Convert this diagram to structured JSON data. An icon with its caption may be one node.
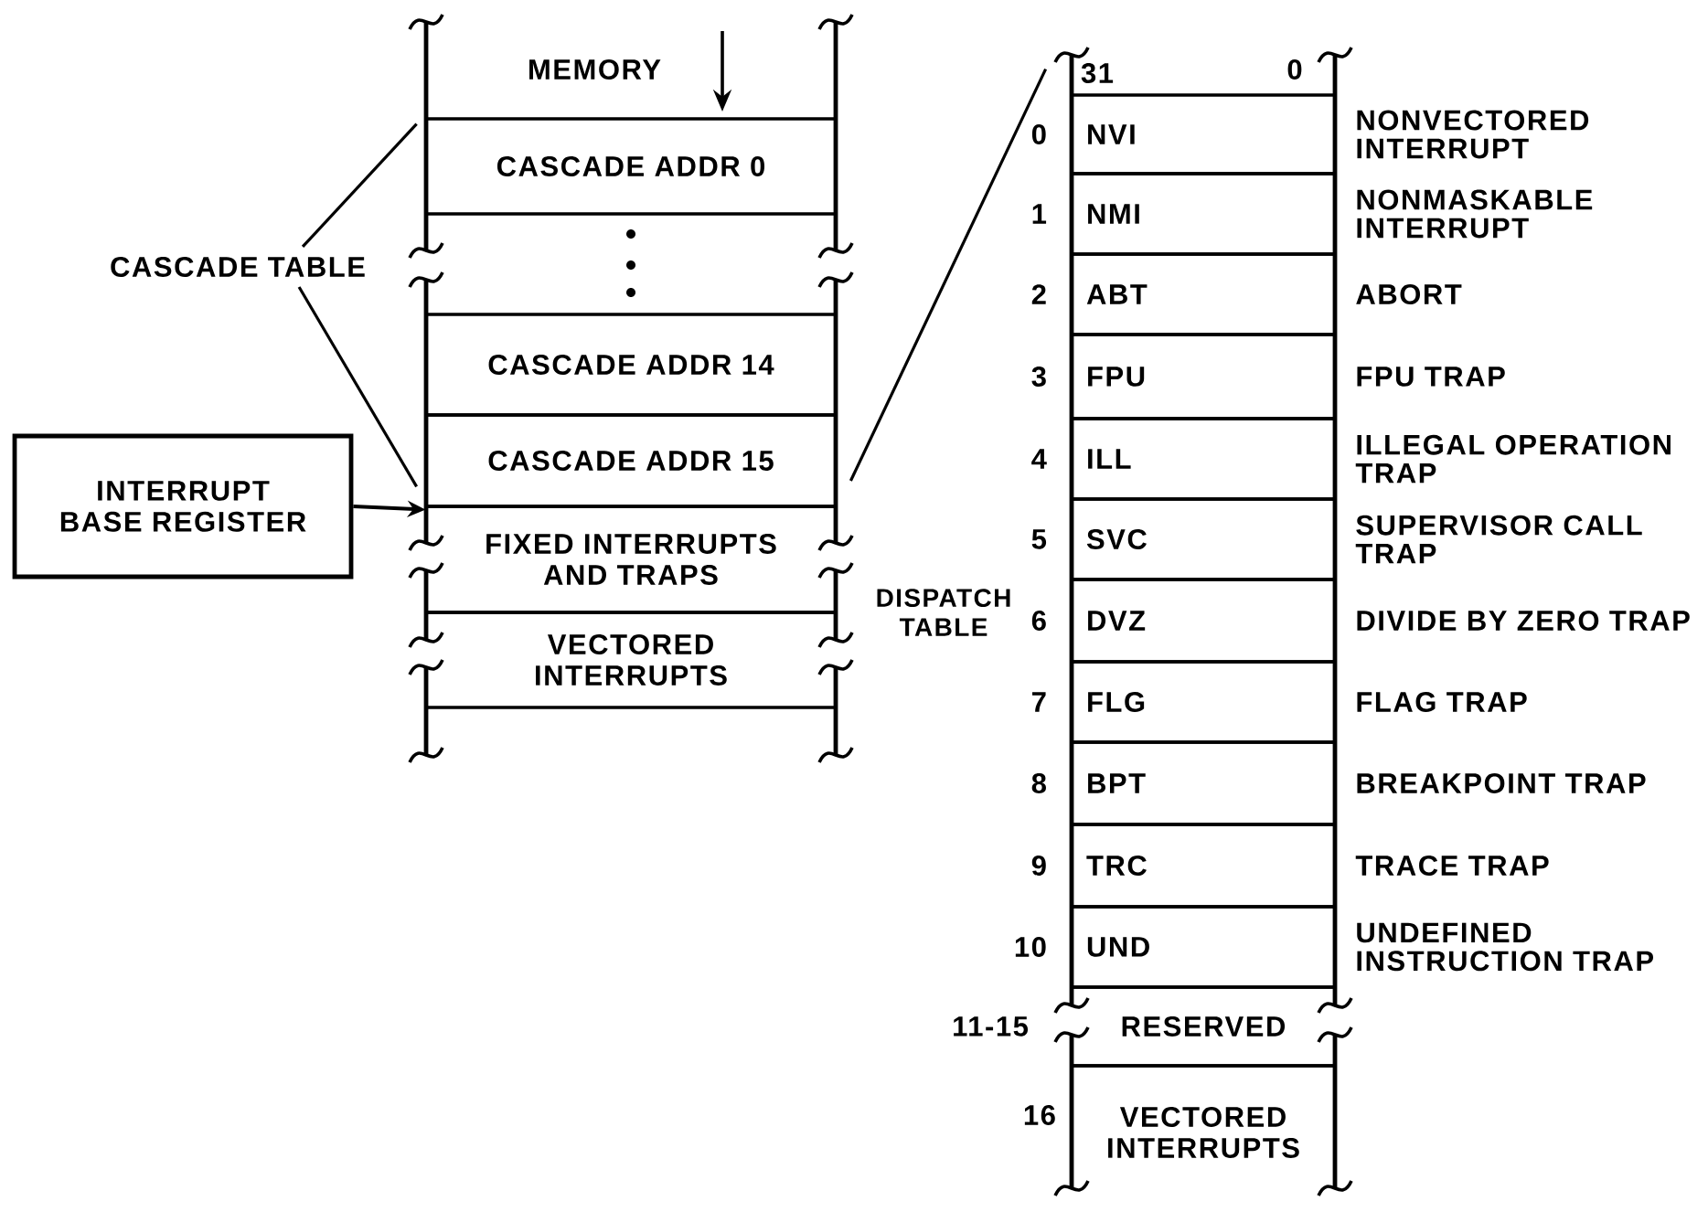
{
  "diagram": {
    "nodes": [
      {
        "text": [
          "INTERRUPT BASE REGISTER"
        ]
      },
      {
        "text": [
          "CASCADE ADDR 0"
        ]
      },
      {
        "text": [
          "CASCADE ADDR 14"
        ]
      },
      {
        "text": [
          "CASCADE ADDR 15"
        ]
      },
      {
        "text": [
          "FIXED INTERRUPTS AND TRAPS"
        ]
      },
      {
        "text": [
          "VECTORED INTERRUPTS"
        ]
      },
      {
        "text": [
          "CASCADE TABLE"
        ]
      },
      {
        "text": [
          "DISPATCH TABLE"
        ]
      },
      {
        "text": [
          "NVI"
        ],
        "in": 7,
        "beside": [
          "0",
          "NONVECTORED INTERRUPT"
        ]
      },
      {
        "text": [
          "NMI"
        ],
        "in": 7,
        "beside": [
          "1",
          "NONMASKABLE INTERRUPT"
        ]
      },
      {
        "text": [
          "ABT"
        ],
        "in": 7,
        "beside": [
          "2",
          "ABORT"
        ]
      },
      {
        "text": [
          "FPU"
        ],
        "in": 7,
        "beside": [
          "3",
          "FPU TRAP"
        ]
      },
      {
        "text": [
          "ILL"
        ],
        "in": 7,
        "beside": [
          "4",
          "ILLEGAL OPERATION TRAP"
        ]
      },
      {
        "text": [
          "SVC"
        ],
        "in": 7,
        "beside": [
          "5",
          "SUPERVISOR CALL TRAP"
        ]
      },
      {
        "text": [
          "DVZ"
        ],
        "in": 7,
        "beside": [
          "6",
          "DIVIDE BY ZERO TRAP"
        ]
      },
      {
        "text": [
          "FLG"
        ],
        "in": 7,
        "beside": [
          "7",
          "FLAG TRAP"
        ]
      },
      {
        "text": [
          "BPT"
        ],
        "in": 7,
        "beside": [
          "8",
          "BREAKPOINT TRAP"
        ]
      },
      {
        "text": [
          "TRC"
        ],
        "in": 7,
        "beside": [
          "9",
          "TRACE TRAP"
        ]
      },
      {
        "text": [
          "UND"
        ],
        "in": 7,
        "beside": [
          "10",
          "UNDEFINED INSTRUCTION TRAP"
        ]
      },
      {
        "text": [
          "RESERVED"
        ],
        "in": 7,
        "beside": [
          "11-15"
        ]
      },
      {
        "text": [
          "VECTORED INTERRUPTS"
        ],
        "in": 7,
        "beside": [
          "16"
        ]
      }
    ],
    "edges": [
      {
        "from": 0,
        "to": 4,
        "arrow": "to"
      },
      {
        "from": 6,
        "to": 1,
        "arrow": "none"
      },
      {
        "from": 6,
        "to": 3,
        "arrow": "none"
      },
      {
        "from": 3,
        "to": 7,
        "arrow": "none"
      }
    ],
    "labels": [
      "MEMORY",
      "31",
      "0"
    ]
  }
}
